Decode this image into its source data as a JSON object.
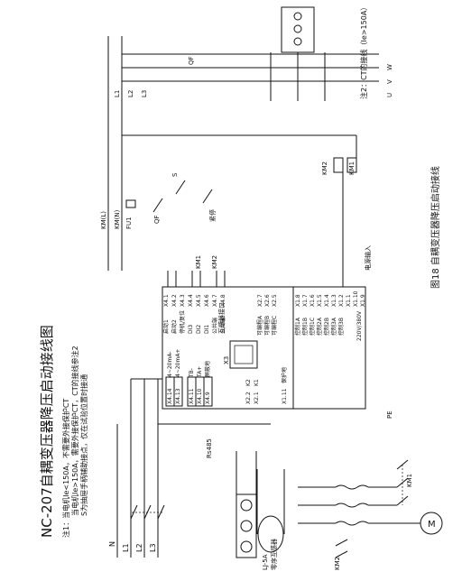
{
  "title": "NC-207自耦变压器降压启动接线图",
  "notes": {
    "n1": "注1：当电机Ie<150A，不需要外接保护CT",
    "n1b": "当电机Ie>150A，需要外接保护CT，CT的接线参注2",
    "n1c": "S为抽屉手柄辅助接点，仅在试验位置时接通",
    "n2": "注2：CT的接线（Ie>150A）"
  },
  "caption": "图18 自耦变压器降压启动接线",
  "phases": [
    "L1",
    "L2",
    "L3"
  ],
  "phases_top": [
    "L1",
    "L2",
    "L3"
  ],
  "neutral": "N",
  "outputs_uvw": [
    "U",
    "V",
    "W"
  ],
  "motor": "M",
  "ct_label": "LJ-5A",
  "ct_sub": "零序互感器",
  "transformer_port": "互感器接口",
  "x3": "X3",
  "rs485": "Rs485",
  "pe": "PE",
  "qf": "QF",
  "fu1": "FU1",
  "s": "S",
  "estop": "紧停",
  "kml": "KM(L)",
  "kmn": "KM(N)",
  "km1": "KM1",
  "km2": "KM2",
  "right_terms": [
    {
      "t": "X4.1",
      "l": "启动1"
    },
    {
      "t": "X4.2",
      "l": "启动2"
    },
    {
      "t": "X4.3",
      "l": "停机/复位"
    },
    {
      "t": "X4.4",
      "l": "DI3"
    },
    {
      "t": "X4.5",
      "l": "DI2"
    },
    {
      "t": "X4.6",
      "l": "DI1"
    },
    {
      "t": "X4.7",
      "l": "公共端"
    },
    {
      "t": "X4.8",
      "l": "公共端"
    }
  ],
  "out_terms": [
    {
      "t": "X2.7",
      "l": "可编程A"
    },
    {
      "t": "X2.6",
      "l": "可编程B"
    },
    {
      "t": "X2.5",
      "l": "可编程C"
    },
    {
      "t": "X1.8",
      "l": "控制1A"
    },
    {
      "t": "X1.7",
      "l": "控制1B"
    },
    {
      "t": "X1.6",
      "l": "控制1C"
    },
    {
      "t": "X1.5",
      "l": "控制2A"
    },
    {
      "t": "X1.4",
      "l": "控制2B"
    },
    {
      "t": "X1.3",
      "l": "控制3A"
    },
    {
      "t": "X1.2",
      "l": "控制3B"
    },
    {
      "t": "X1.1",
      "l": ""
    },
    {
      "t": "X1.10",
      "l": "220V/380V"
    },
    {
      "t": "X1.9",
      "l": ""
    }
  ],
  "power_in": "电源输入",
  "left_terms": [
    {
      "t": "X4.14",
      "l": "4~20mA-"
    },
    {
      "t": "X4.13",
      "l": "4~20mA+"
    },
    {
      "t": "X4.11",
      "l": "TB-"
    },
    {
      "t": "X4.10",
      "l": "TA+"
    },
    {
      "t": "X4.9",
      "l": "屏蔽地"
    }
  ],
  "k_terms": [
    {
      "t": "X2.2",
      "l": "K2"
    },
    {
      "t": "X2.1",
      "l": "K1"
    }
  ],
  "prot": {
    "t": "X1.11",
    "l": "保护地"
  }
}
